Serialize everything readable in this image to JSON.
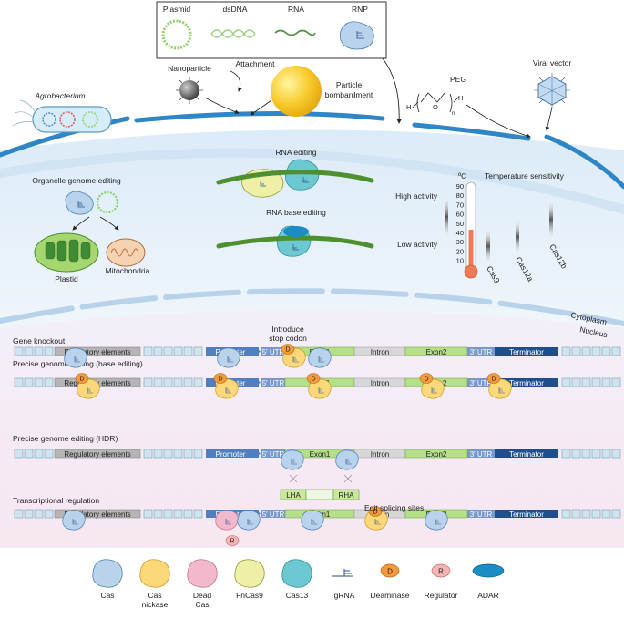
{
  "delivery": {
    "cargo": [
      "Plasmid",
      "dsDNA",
      "RNA",
      "RNP"
    ],
    "nanoparticle": "Nanoparticle",
    "attachment": "Attachment",
    "particle_bombardment": [
      "Particle",
      "bombardment"
    ],
    "peg": "PEG",
    "viral_vector": "Viral vector",
    "agrobacterium": "Agrobacterium",
    "peg_formula": {
      "h1": "H",
      "o": "O",
      "h2": "H",
      "n": "n"
    }
  },
  "cytoplasm": {
    "organelle_title": "Organelle genome editing",
    "plastid": "Plastid",
    "mitochondria": "Mitochondria",
    "rna_editing": "RNA editing",
    "rna_base_editing": "RNA base editing",
    "temp_title": "Temperature sensitivity",
    "temp_unit": "ºC",
    "temp_ticks": [
      "90",
      "80",
      "70",
      "60",
      "50",
      "40",
      "30",
      "20",
      "10"
    ],
    "high_activity": "High activity",
    "low_activity": "Low activity",
    "enzymes": [
      "Cas9",
      "Cas12a",
      "Cas12b"
    ],
    "cytoplasm_label": "Cytoplasm",
    "nucleus_label": "Nucleus"
  },
  "gene": {
    "segments": {
      "regulatory": "Regulatory elements",
      "promoter": "Promoter",
      "utr5": "5′ UTR",
      "exon1": "Exon1",
      "intron": "Intron",
      "exon2": "Exon2",
      "utr3": "3′ UTR",
      "terminator": "Terminator"
    },
    "rows": [
      "Gene knockout",
      "Precise genome editing (base editing)",
      "Precise genome editing (HDR)",
      "Transcriptional regulation"
    ],
    "introduce_stop": [
      "Introduce",
      "stop codon"
    ],
    "lha": "LHA",
    "rha": "RHA",
    "edit_splicing": "Edit splicing sites",
    "deaminase_letter": "D",
    "regulator_letter": "R"
  },
  "legend": {
    "items": [
      "Cas",
      "Cas\nnickase",
      "Dead\nCas",
      "FnCas9",
      "Cas13",
      "gRNA",
      "Deaminase",
      "Regulator",
      "ADAR"
    ],
    "colors": {
      "cas": "#b9d3ec",
      "nickase": "#fbd97a",
      "dead": "#f2b8cb",
      "fncas9": "#eef0a8",
      "cas13": "#6cc9d2",
      "deaminase": "#f39b3c",
      "regulator": "#f5b5b5",
      "adar": "#1b8cc4"
    }
  }
}
